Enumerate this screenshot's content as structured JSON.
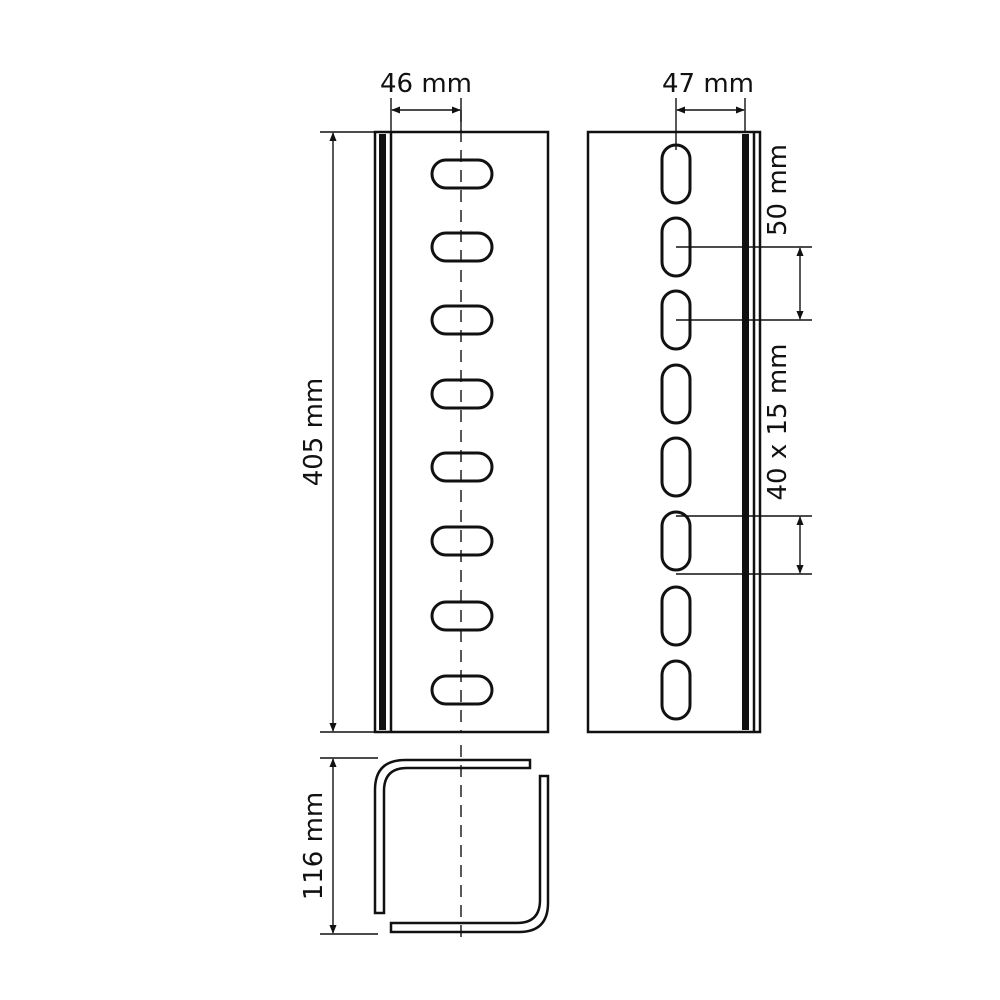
{
  "labels": {
    "width_front": "46 mm",
    "width_side": "47 mm",
    "height": "405 mm",
    "slot_pitch": "50 mm",
    "slot_size": "40 x 15 mm",
    "profile_depth": "116 mm"
  },
  "colors": {
    "line": "#111111",
    "background": "#ffffff"
  }
}
